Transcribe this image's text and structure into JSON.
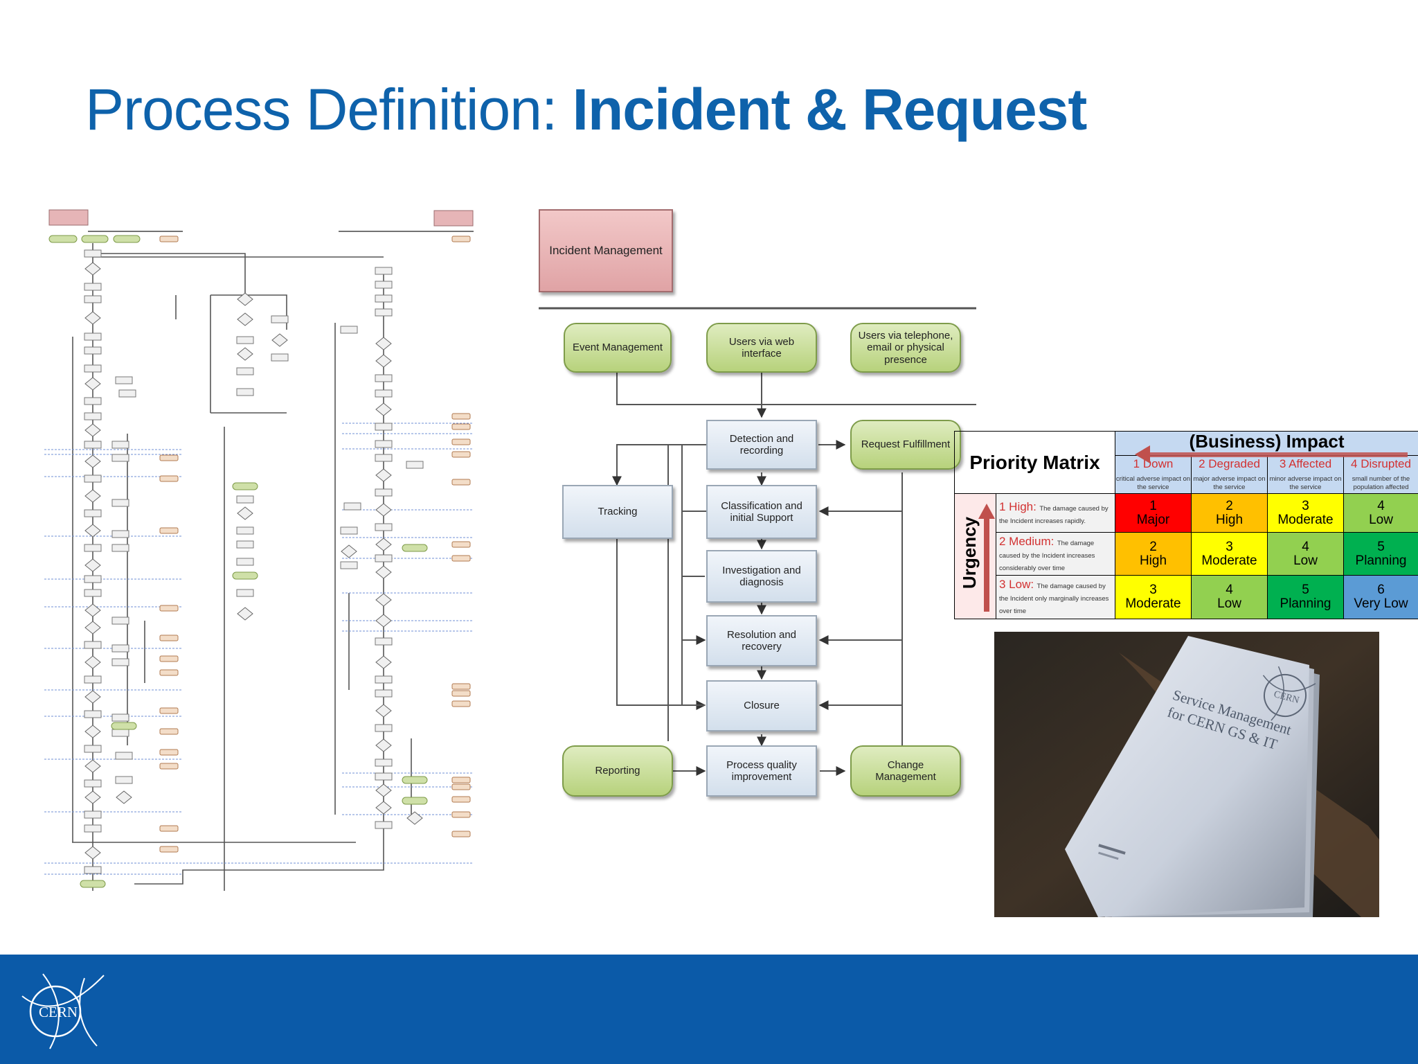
{
  "slide": {
    "title_prefix": "Process Definition: ",
    "title_bold": "Incident & Request"
  },
  "footer": {
    "logo_text": "CERN",
    "color": "#0b5aa8"
  },
  "diagram": {
    "header": "Incident Management",
    "sources": [
      "Event Management",
      "Users via web interface",
      "Users via telephone, email or physical presence"
    ],
    "steps": [
      "Detection and recording",
      "Classification and initial Support",
      "Investigation and diagnosis",
      "Resolution and recovery",
      "Closure"
    ],
    "tracking": "Tracking",
    "request_fulfillment": "Request Fulfillment",
    "reporting": "Reporting",
    "process_quality": "Process quality improvement",
    "change_management": "Change Management"
  },
  "priority_matrix": {
    "title": "Priority Matrix",
    "impact_header": "(Business) Impact",
    "urgency_label": "Urgency",
    "impacts": [
      {
        "label": "1 Down",
        "desc": "critical adverse impact on the service"
      },
      {
        "label": "2 Degraded",
        "desc": "major adverse impact on the service"
      },
      {
        "label": "3 Affected",
        "desc": "minor adverse impact on the service"
      },
      {
        "label": "4 Disrupted",
        "desc": "small number of the population affected"
      }
    ],
    "urgencies": [
      {
        "label": "1 High:",
        "desc": "The damage caused by the Incident increases rapidly."
      },
      {
        "label": "2 Medium:",
        "desc": "The damage caused by the Incident increases considerably over time"
      },
      {
        "label": "3 Low:",
        "desc": "The damage caused by the Incident only marginally increases over time"
      }
    ],
    "cells": [
      [
        {
          "num": "1",
          "name": "Major",
          "color": "#ff0000"
        },
        {
          "num": "2",
          "name": "High",
          "color": "#ffc000"
        },
        {
          "num": "3",
          "name": "Moderate",
          "color": "#ffff00"
        },
        {
          "num": "4",
          "name": "Low",
          "color": "#92d050"
        }
      ],
      [
        {
          "num": "2",
          "name": "High",
          "color": "#ffc000"
        },
        {
          "num": "3",
          "name": "Moderate",
          "color": "#ffff00"
        },
        {
          "num": "4",
          "name": "Low",
          "color": "#92d050"
        },
        {
          "num": "5",
          "name": "Planning",
          "color": "#00b050"
        }
      ],
      [
        {
          "num": "3",
          "name": "Moderate",
          "color": "#ffff00"
        },
        {
          "num": "4",
          "name": "Low",
          "color": "#92d050"
        },
        {
          "num": "5",
          "name": "Planning",
          "color": "#00b050"
        },
        {
          "num": "6",
          "name": "Very Low",
          "color": "#5b9bd5"
        }
      ]
    ]
  },
  "photo": {
    "doc_title_line1": "Service Management",
    "doc_title_line2": "for CERN GS & IT",
    "logo_text": "CERN"
  }
}
